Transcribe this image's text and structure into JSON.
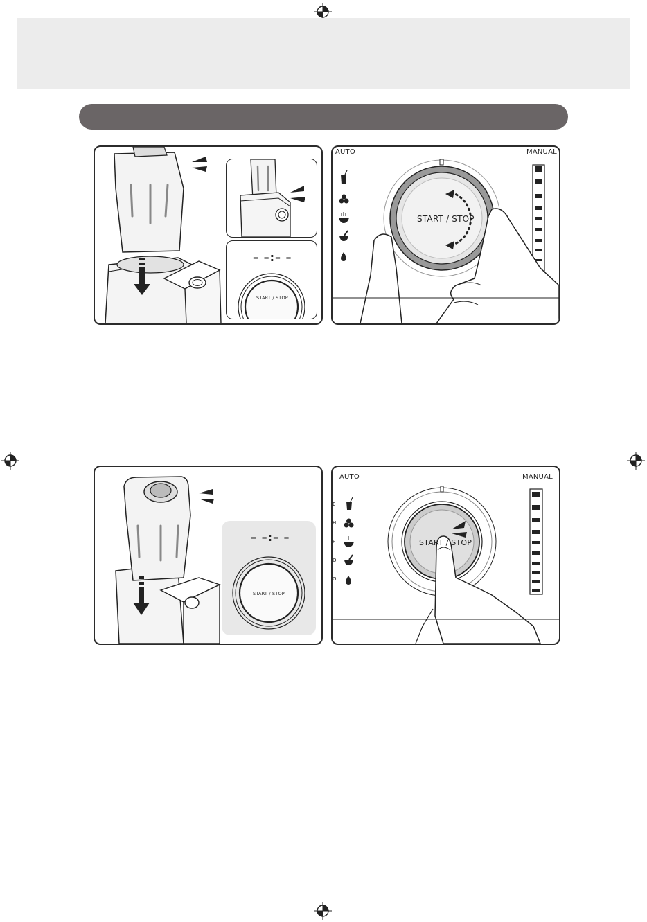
{
  "figure1": {
    "inset_display": "– –:– –",
    "inset_button_label": "START / STOP",
    "dial_label": "START / STOP",
    "mode_auto": "AUTO",
    "mode_manual": "MANUAL"
  },
  "figure2": {
    "inset_display": "– –:– –",
    "inset_button_label": "START / STOP",
    "dial_label": "START / STOP",
    "mode_auto": "AUTO",
    "mode_manual": "MANUAL",
    "program_letters": [
      "E",
      "H",
      "P",
      "O",
      "G"
    ]
  },
  "icons": [
    "smoothie-cup-icon",
    "ice-cubes-icon",
    "soup-bowl-icon",
    "mortar-icon",
    "drop-icon"
  ],
  "colors": {
    "section_bar": "#6a6566",
    "header_band": "#ececec",
    "outline": "#2b2b2b"
  }
}
